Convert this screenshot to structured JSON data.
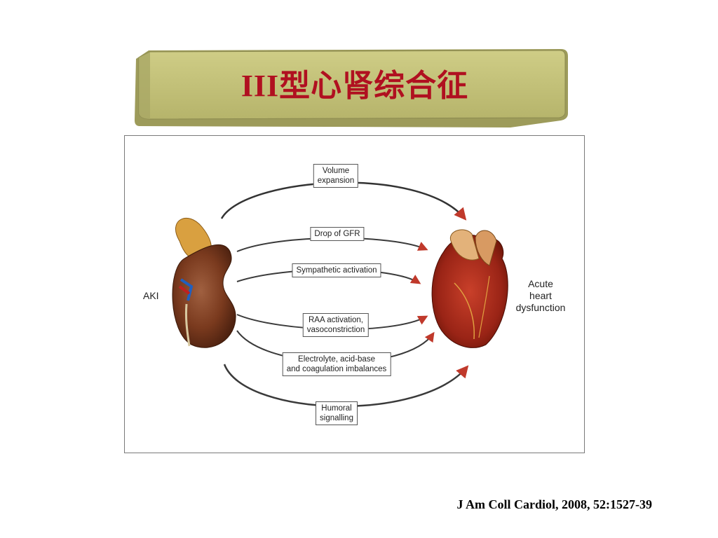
{
  "banner": {
    "title": "III型心肾综合征",
    "fill_color": "#c4c27a"
  },
  "figure": {
    "left_organ_label": "AKI",
    "right_organ_label_lines": [
      "Acute",
      "heart",
      "dysfunction"
    ],
    "mechanisms": [
      {
        "lines": [
          "Volume",
          "expansion"
        ]
      },
      {
        "lines": [
          "Drop of GFR"
        ]
      },
      {
        "lines": [
          "Sympathetic activation"
        ]
      },
      {
        "lines": [
          "RAA activation,",
          "vasoconstriction"
        ]
      },
      {
        "lines": [
          "Electrolyte, acid-base",
          "and coagulation imbalances"
        ]
      },
      {
        "lines": [
          "Humoral",
          "signalling"
        ]
      }
    ],
    "arrow_color": "#c0392b"
  },
  "citation": "J Am Coll Cardiol, 2008, 52:1527-39"
}
